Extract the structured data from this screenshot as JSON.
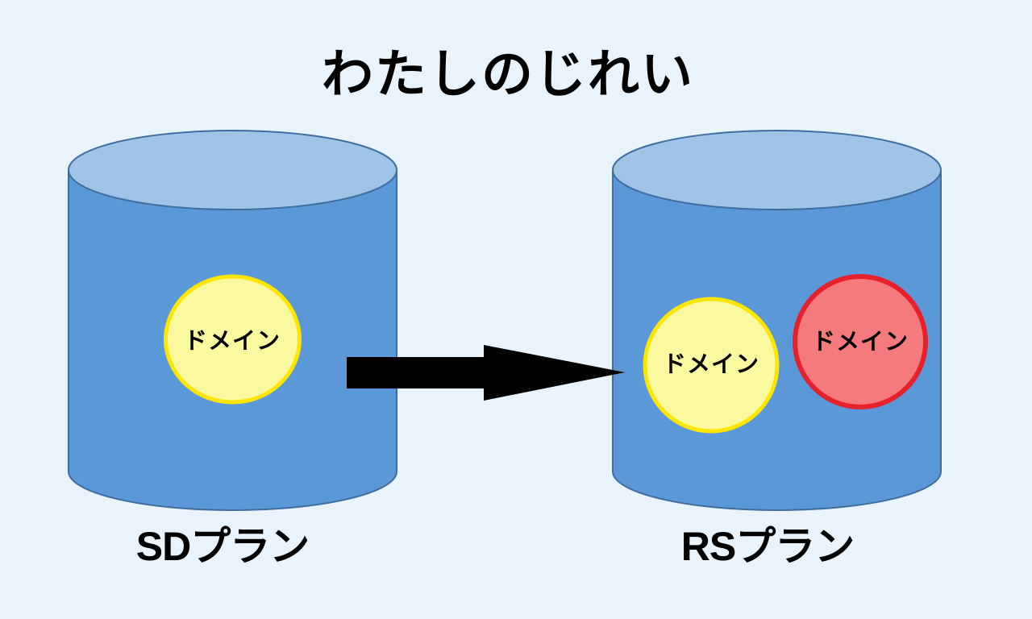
{
  "title": "わたしのじれい",
  "plans": {
    "left": {
      "name": "SDプラン",
      "domains": [
        {
          "label": "ドメイン",
          "variant": "yellow"
        }
      ]
    },
    "right": {
      "name": "RSプラン",
      "domains": [
        {
          "label": "ドメイン",
          "variant": "yellow"
        },
        {
          "label": "ドメイン",
          "variant": "red"
        }
      ]
    }
  },
  "arrow": {
    "direction": "left-to-right"
  },
  "colors": {
    "background": "#e9f3fb",
    "cylinder_body": "#5b98d7",
    "cylinder_top": "#a0c4e8",
    "cylinder_border": "#3e6d9e",
    "domain_yellow_fill": "#fbf9a0",
    "domain_yellow_border": "#ffe602",
    "domain_red_fill": "#f47a7e",
    "domain_red_border": "#e7212a",
    "arrow": "#000000",
    "text": "#000000"
  }
}
